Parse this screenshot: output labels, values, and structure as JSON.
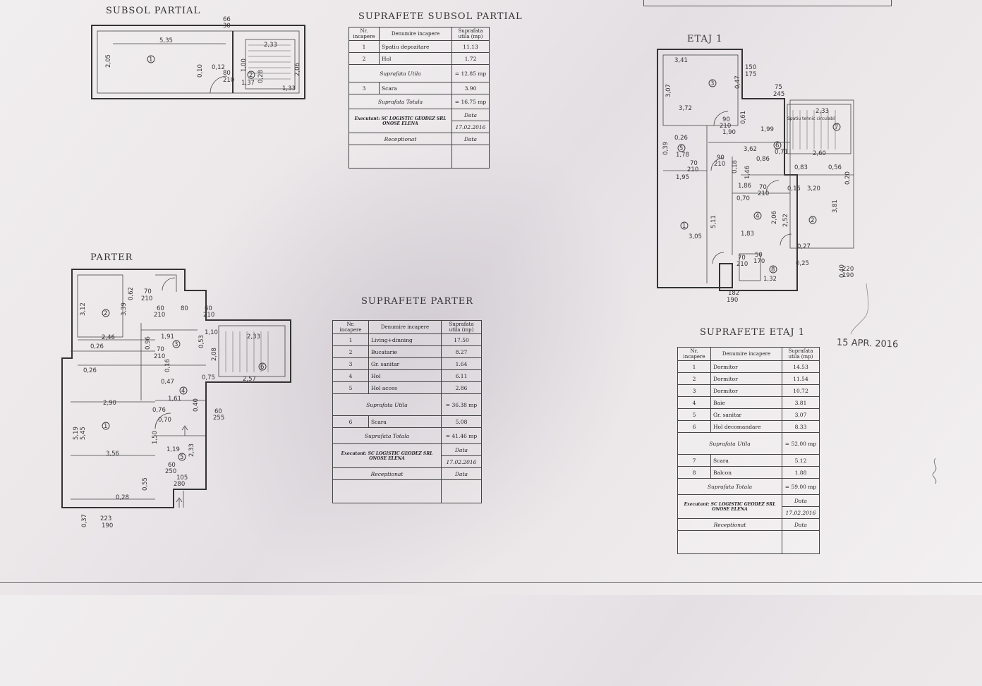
{
  "plans": {
    "subsol": {
      "title": "SUBSOL PARTIAL",
      "dims": [
        "5,35",
        "2,05",
        "66",
        "30",
        "0,10",
        "0,12",
        "80",
        "210",
        "2,33",
        "1,37",
        "0,28",
        "1,33",
        "2,06",
        "1,00"
      ],
      "rooms": [
        "1",
        "2"
      ]
    },
    "parter": {
      "title": "PARTER",
      "dims": [
        "3,12",
        "3,39",
        "0,62",
        "70",
        "210",
        "60",
        "210",
        "80",
        "60",
        "210",
        "2,46",
        "0,26",
        "0,26",
        "1,91",
        "0,96",
        "70",
        "210",
        "0,47",
        "0,16",
        "0,75",
        "1,61",
        "2,90",
        "0,76",
        "0,70",
        "0,40",
        "60",
        "255",
        "5,19",
        "5,45",
        "3,56",
        "1,50",
        "1,19",
        "2,33",
        "60",
        "250",
        "105",
        "280",
        "0,28",
        "0,55",
        "0,37",
        "223",
        "190",
        "2,33",
        "2,57",
        "1,10",
        "0,53",
        "2,08"
      ],
      "rooms": [
        "1",
        "2",
        "3",
        "4",
        "5",
        "6"
      ]
    },
    "etaj": {
      "title": "ETAJ 1",
      "dims": [
        "3,41",
        "150",
        "175",
        "3,07",
        "0,47",
        "75",
        "245",
        "3,72",
        "0,61",
        "90",
        "210",
        "1,90",
        "1,99",
        "2,33",
        "0,26",
        "0,39",
        "1,78",
        "3,62",
        "0,71",
        "2,60",
        "0,86",
        "90",
        "210",
        "70",
        "210",
        "0,18",
        "1,46",
        "0,83",
        "0,56",
        "1,95",
        "1,86",
        "70",
        "210",
        "0,15",
        "3,20",
        "0,70",
        "2,06",
        "2,52",
        "3,81",
        "0,20",
        "5,11",
        "1,83",
        "3,05",
        "0,27",
        "70",
        "210",
        "50",
        "170",
        "0,25",
        "1,32",
        "220",
        "190",
        "0,40",
        "182",
        "190"
      ],
      "rooms": [
        "1",
        "2",
        "3",
        "4",
        "5",
        "6",
        "7",
        "8"
      ],
      "note": "Spatiu tehnic circulabil"
    }
  },
  "tables": {
    "subsol": {
      "title": "SUPRAFETE SUBSOL PARTIAL",
      "headers": [
        "Nr. incapere",
        "Denumire incapere",
        "Suprafata utila (mp)"
      ],
      "rows": [
        [
          "1",
          "Spatiu depozitare",
          "11.13"
        ],
        [
          "2",
          "Hol",
          "1.72"
        ]
      ],
      "util": {
        "label": "Suprafata Utila",
        "value": "= 12.85 mp"
      },
      "rows2": [
        [
          "3",
          "Scara",
          "3.90"
        ]
      ],
      "total": {
        "label": "Suprafata Totala",
        "value": "= 16.75 mp"
      },
      "executant": "Executant: SC LOGISTIC GEODEZ SRL ONOSE ELENA",
      "data_label": "Data",
      "data_value": "17.02.2016",
      "receptionat": "Receptionat",
      "data2": "Data"
    },
    "parter": {
      "title": "SUPRAFETE PARTER",
      "headers": [
        "Nr. incapere",
        "Denumire incapere",
        "Suprafata utila (mp)"
      ],
      "rows": [
        [
          "1",
          "Living+dinning",
          "17.50"
        ],
        [
          "2",
          "Bucatarie",
          "8.27"
        ],
        [
          "3",
          "Gr. sanitar",
          "1.64"
        ],
        [
          "4",
          "Hol",
          "6.11"
        ],
        [
          "5",
          "Hol acces",
          "2.86"
        ]
      ],
      "util": {
        "label": "Suprafata Utila",
        "value": "= 36.38 mp"
      },
      "rows2": [
        [
          "6",
          "Scara",
          "5.08"
        ]
      ],
      "total": {
        "label": "Suprafata Totala",
        "value": "= 41.46 mp"
      },
      "executant": "Executant: SC LOGISTIC GEODEZ SRL ONOSE ELENA",
      "data_label": "Data",
      "data_value": "17.02.2016",
      "receptionat": "Receptionat",
      "data2": "Data"
    },
    "etaj": {
      "title": "SUPRAFETE ETAJ 1",
      "headers": [
        "Nr. incapere",
        "Denumire incapere",
        "Suprafata utila (mp)"
      ],
      "rows": [
        [
          "1",
          "Dormitor",
          "14.53"
        ],
        [
          "2",
          "Dormitor",
          "11.54"
        ],
        [
          "3",
          "Dormitor",
          "10.72"
        ],
        [
          "4",
          "Baie",
          "3.81"
        ],
        [
          "5",
          "Gr. sanitar",
          "3.07"
        ],
        [
          "6",
          "Hol decomandare",
          "8.33"
        ]
      ],
      "util": {
        "label": "Suprafata Utila",
        "value": "= 52.00 mp"
      },
      "rows2": [
        [
          "7",
          "Scara",
          "5.12"
        ],
        [
          "8",
          "Balcon",
          "1.88"
        ]
      ],
      "total": {
        "label": "Suprafata Totala",
        "value": "= 59.00 mp"
      },
      "executant": "Executant: SC LOGISTIC GEODEZ SRL ONOSE ELENA",
      "data_label": "Data",
      "data_value": "17.02.2016",
      "receptionat": "Receptionat",
      "data2": "Data"
    }
  },
  "stamp_date": "15 APR. 2016"
}
